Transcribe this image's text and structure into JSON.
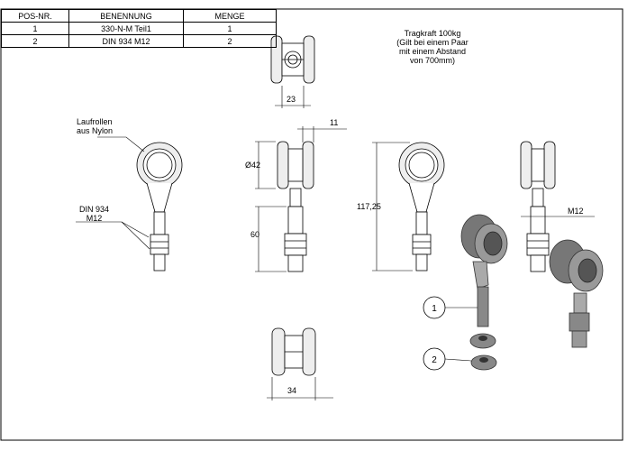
{
  "bom": {
    "headers": [
      "POS-NR.",
      "BENENNUNG",
      "MENGE"
    ],
    "rows": [
      [
        "1",
        "330-N-M Teil1",
        "1"
      ],
      [
        "2",
        "DIN 934 M12",
        "2"
      ]
    ]
  },
  "note": {
    "line1": "Tragkraft 100kg",
    "line2": "(Gilt bei einem Paar",
    "line3": "mit einem Abstand",
    "line4": "von 700mm)"
  },
  "labels": {
    "wheel_line1": "Laufrollen",
    "wheel_line2": "aus Nylon",
    "nut_line1": "DIN 934",
    "nut_line2": "M12",
    "thread_right": "M12"
  },
  "dimensions": {
    "top_width": "23",
    "offset": "11",
    "diameter": "Ø42",
    "shaft_length": "60",
    "total_height": "117,25",
    "bottom_width": "34"
  },
  "balloons": {
    "pos1": "1",
    "pos2": "2"
  }
}
